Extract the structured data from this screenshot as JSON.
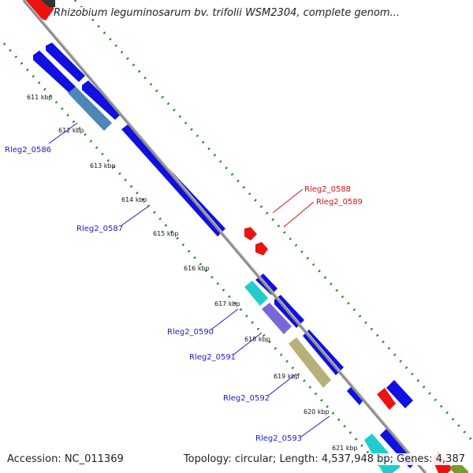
{
  "title": "Rhizobium leguminosarum bv. trifolii WSM2304, complete genom...",
  "footer": {
    "accession": "Accession: NC_011369",
    "stats": "Topology: circular; Length: 4,537,948 bp; Genes: 4,387"
  },
  "colors": {
    "backbone": "#8c8c8c",
    "tick_dots": "#1f8a1f",
    "forward_gene": "#1010e0",
    "reverse_gene": "#ee1111",
    "forward_label": "#1a1acc",
    "reverse_label": "#dd1111"
  },
  "kbp_ticks": [
    "611 kbp",
    "612 kbp",
    "613 kbp",
    "614 kbp",
    "615 kbp",
    "616 kbp",
    "617 kbp",
    "618 kbp",
    "619 kbp",
    "620 kbp",
    "621 kbp"
  ],
  "gene_labels": [
    {
      "text": "Rleg2_0586",
      "strand": "forward"
    },
    {
      "text": "Rleg2_0587",
      "strand": "forward"
    },
    {
      "text": "Rleg2_0588",
      "strand": "reverse"
    },
    {
      "text": "Rleg2_0589",
      "strand": "reverse"
    },
    {
      "text": "Rleg2_0590",
      "strand": "forward"
    },
    {
      "text": "Rleg2_0591",
      "strand": "forward"
    },
    {
      "text": "Rleg2_0592",
      "strand": "forward"
    },
    {
      "text": "Rleg2_0593",
      "strand": "forward"
    }
  ]
}
